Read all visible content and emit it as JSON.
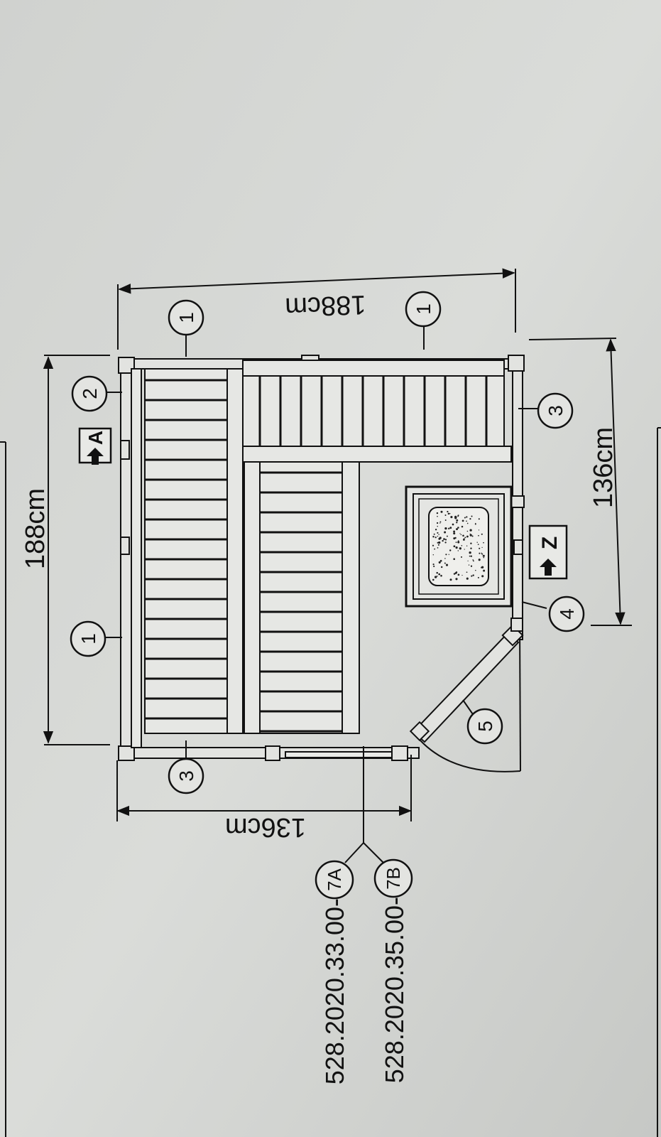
{
  "diagram": {
    "dimensions": {
      "top_left_width": "188cm",
      "top_right_width": "188cm",
      "bottom_left_depth": "136cm",
      "bottom_right_depth": "136cm"
    },
    "callouts": {
      "wall_1_a": "1",
      "wall_1_b": "1",
      "wall_1_c": "1",
      "wall_2": "2",
      "wall_3_a": "3",
      "wall_3_b": "3",
      "wall_4": "4",
      "door_5": "5",
      "part_7a": "7A",
      "part_7b": "7B"
    },
    "view_markers": {
      "view_a": "A",
      "view_z": "Z"
    },
    "part_numbers": {
      "part_7a": "528.2020.33.00-",
      "part_7b": "528.2020.35.00-"
    },
    "colors": {
      "paper": "#d5d7d4",
      "ink": "#111111",
      "heater_stones": "#efefec"
    }
  }
}
